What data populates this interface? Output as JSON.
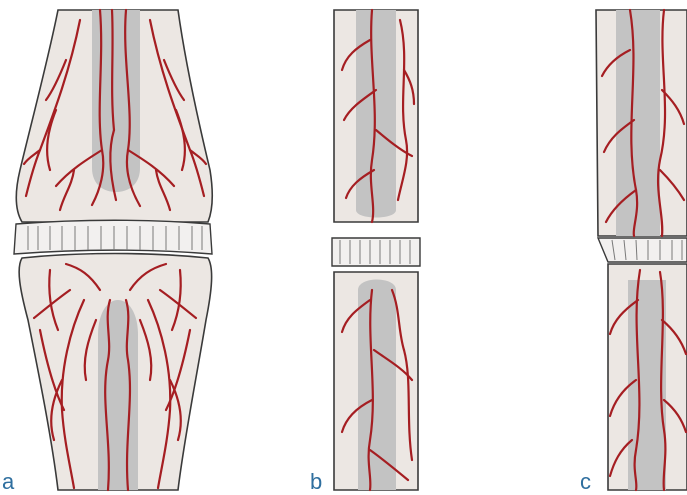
{
  "figure": {
    "panels": [
      {
        "id": "a",
        "label": "a"
      },
      {
        "id": "b",
        "label": "b"
      },
      {
        "id": "c",
        "label": "c"
      }
    ]
  },
  "colors": {
    "bone_fill": "#ece7e3",
    "bone_outline": "#3a3a3a",
    "marrow_fill": "#c3c3c3",
    "vessel": "#a51e22",
    "label": "#2f6f9f",
    "growth_plate": "#f2f0ef"
  }
}
